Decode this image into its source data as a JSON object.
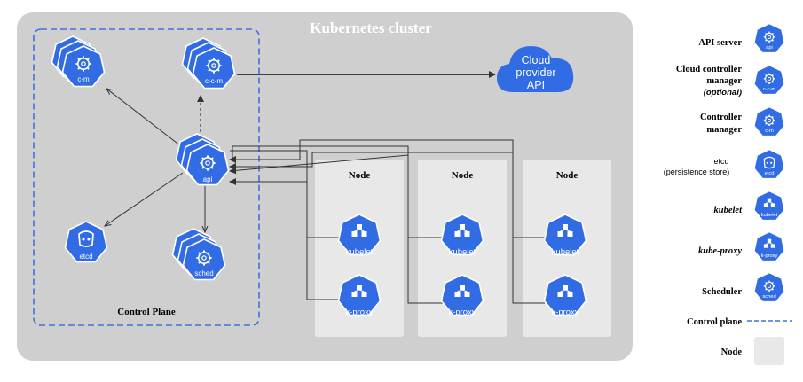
{
  "cluster": {
    "title": "Kubernetes cluster"
  },
  "control_plane": {
    "label": "Control Plane",
    "components": {
      "cm": "c-m",
      "ccm": "c-c-m",
      "api": "api",
      "etcd": "etcd",
      "sched": "sched"
    }
  },
  "cloud": {
    "line1": "Cloud",
    "line2": "provider",
    "line3": "API"
  },
  "nodes": [
    {
      "title": "Node",
      "kubelet": "kubelet",
      "kproxy": "k-proxy"
    },
    {
      "title": "Node",
      "kubelet": "kubelet",
      "kproxy": "k-proxy"
    },
    {
      "title": "Node",
      "kubelet": "kubelet",
      "kproxy": "k-proxy"
    }
  ],
  "legend": {
    "api_server": {
      "label": "API server",
      "icon": "api"
    },
    "ccm": {
      "line1": "Cloud controller",
      "line2": "manager",
      "line3": "(optional)",
      "icon": "c-c-m"
    },
    "cm": {
      "line1": "Controller",
      "line2": "manager",
      "icon": "c-m"
    },
    "etcd": {
      "line1": "etcd",
      "line2": "(persistence store)",
      "icon": "etcd"
    },
    "kubelet": {
      "label": "kubelet",
      "icon": "kubelet"
    },
    "kproxy": {
      "label": "kube-proxy",
      "icon": "k-proxy"
    },
    "scheduler": {
      "label": "Scheduler",
      "icon": "sched"
    },
    "control_plane": {
      "label": "Control plane"
    },
    "node": {
      "label": "Node"
    }
  },
  "colors": {
    "k8s_blue": "#326ce5",
    "cluster_grey": "#cfcfcf",
    "node_grey": "#e8e8e8",
    "dash_blue": "#3e72dd",
    "arrow": "#333333"
  }
}
